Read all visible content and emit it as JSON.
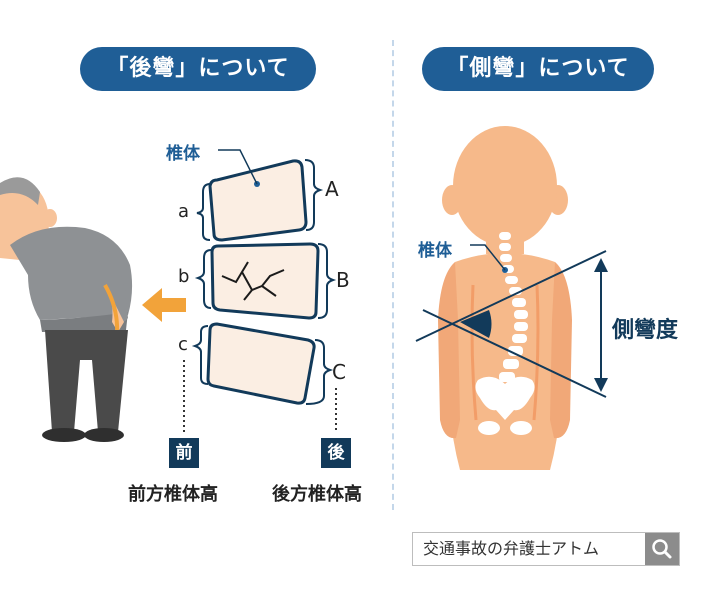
{
  "titles": {
    "left": "「後彎」について",
    "right": "「側彎」について"
  },
  "vertebra_label": "椎体",
  "small_labels": [
    "a",
    "b",
    "c"
  ],
  "big_labels": [
    "A",
    "B",
    "C"
  ],
  "badges": {
    "front": "前",
    "back": "後"
  },
  "captions": {
    "front": "前方椎体高",
    "back": "後方椎体高"
  },
  "scoliosis_label": "側彎度",
  "search": {
    "text": "交通事故の弁護士アトム"
  },
  "colors": {
    "brand": "#1f5e96",
    "dark": "#123a5a",
    "arrow": "#f2a33a",
    "vertebra_fill": "#fbeee3",
    "skin": "#f6b98a"
  }
}
